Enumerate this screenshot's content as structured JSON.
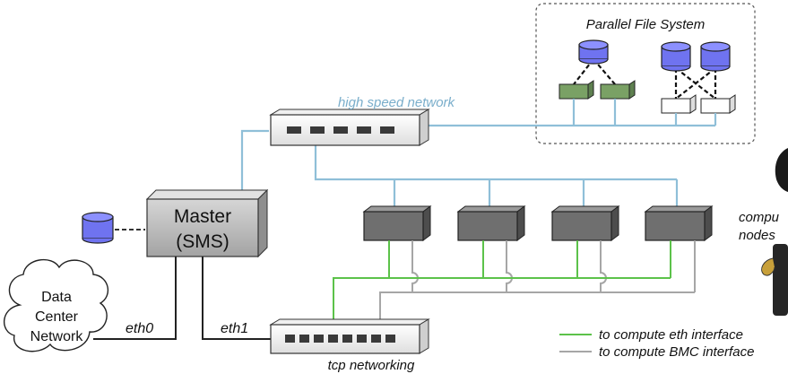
{
  "labels": {
    "parallel_fs": "Parallel File System",
    "high_speed_network": "high speed network",
    "master_line1": "Master",
    "master_line2": "(SMS)",
    "dc_line1": "Data",
    "dc_line2": "Center",
    "dc_line3": "Network",
    "eth0": "eth0",
    "eth1": "eth1",
    "tcp_networking": "tcp networking",
    "compute_line1": "compu",
    "compute_line2": "nodes",
    "legend_eth": "to compute eth interface",
    "legend_bmc": "to compute BMC interface"
  },
  "colors": {
    "hsn_line": "#8fbfd8",
    "hsn_text": "#7aaecb",
    "eth_line": "#5cc24a",
    "bmc_line": "#a6a6a6",
    "node_fill": "#6f6f6f",
    "storage_blue": "#6f73f0",
    "storage_green": "#7aa165"
  },
  "icons": [
    "storage-cylinder-icon",
    "cloud-icon",
    "switch-icon",
    "server-icon",
    "figure-icon"
  ]
}
